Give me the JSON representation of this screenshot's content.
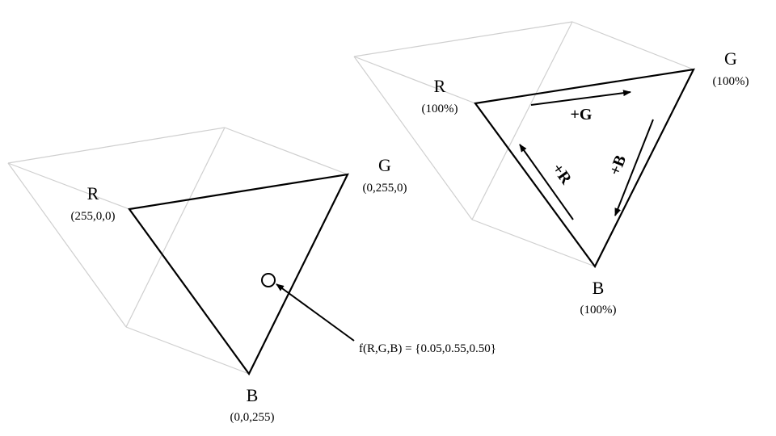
{
  "left_panel": {
    "vertex_r": {
      "name": "R",
      "value": "(255,0,0)"
    },
    "vertex_g": {
      "name": "G",
      "value": "(0,255,0)"
    },
    "vertex_b": {
      "name": "B",
      "value": "(0,0,255)"
    },
    "formula": "f(R,G,B) = {0.05,0.55,0.50}"
  },
  "right_panel": {
    "vertex_r": {
      "name": "R",
      "value": "(100%)"
    },
    "vertex_g": {
      "name": "G",
      "value": "(100%)"
    },
    "vertex_b": {
      "name": "B",
      "value": "(100%)"
    },
    "dir_g": "+G",
    "dir_r": "+R",
    "dir_b": "+B"
  }
}
